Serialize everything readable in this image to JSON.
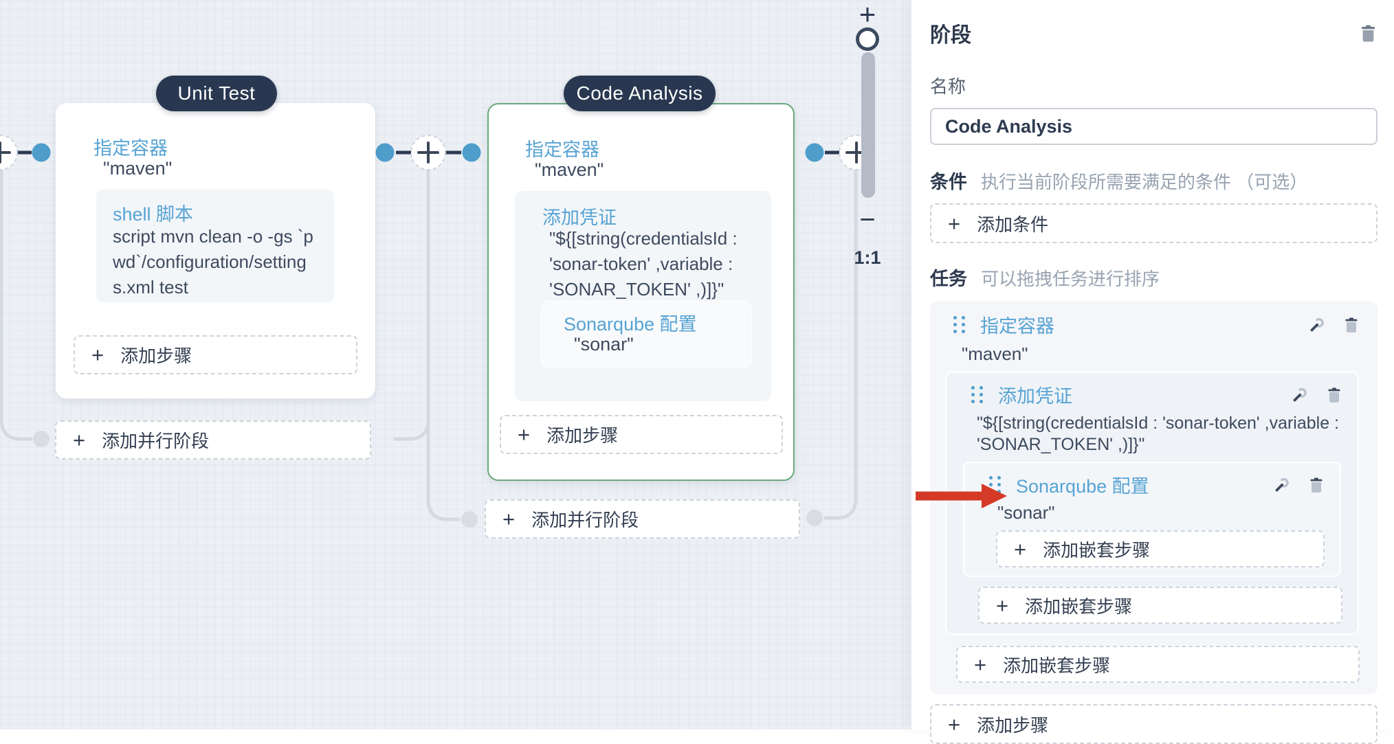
{
  "canvas": {
    "stages": [
      {
        "name": "Unit Test",
        "container_label": "指定容器",
        "container_value": "\"maven\"",
        "step": {
          "label": "shell 脚本",
          "value": "script   mvn clean -o -gs `pwd`/configuration/settings.xml test"
        },
        "add_step_label": "添加步骤"
      },
      {
        "name": "Code Analysis",
        "container_label": "指定容器",
        "container_value": "\"maven\"",
        "step": {
          "label": "添加凭证",
          "value": "\"${[string(credentialsId : 'sonar-token' ,variable : 'SONAR_TOKEN' ,)]}\"",
          "nested": {
            "label": "Sonarqube 配置",
            "value": "\"sonar\""
          }
        },
        "add_step_label": "添加步骤"
      }
    ],
    "add_parallel_label": "添加并行阶段",
    "plus_glyph": "+",
    "zoom": {
      "plus": "+",
      "minus": "−",
      "ratio": "1:1"
    }
  },
  "panel": {
    "title": "阶段",
    "name_label": "名称",
    "name_value": "Code Analysis",
    "condition_label": "条件",
    "condition_hint": "执行当前阶段所需要满足的条件 （可选）",
    "add_condition_label": "添加条件",
    "tasks_label": "任务",
    "tasks_hint": "可以拖拽任务进行排序",
    "task": {
      "label": "指定容器",
      "value": "\"maven\"",
      "add_nested_label": "添加嵌套步骤",
      "child": {
        "label": "添加凭证",
        "value": "\"${[string(credentialsId : 'sonar-token' ,variable : 'SONAR_TOKEN' ,)]}\"",
        "add_nested_label": "添加嵌套步骤",
        "child": {
          "label": "Sonarqube 配置",
          "value": "\"sonar\"",
          "add_nested_label": "添加嵌套步骤"
        }
      }
    },
    "add_step_label": "添加步骤"
  },
  "colors": {
    "accent_blue": "#57a3d4",
    "node_blue": "#4e9dcb",
    "pill_navy": "#293850",
    "selected_green": "#69a87a",
    "arrow_red": "#d53a28"
  }
}
